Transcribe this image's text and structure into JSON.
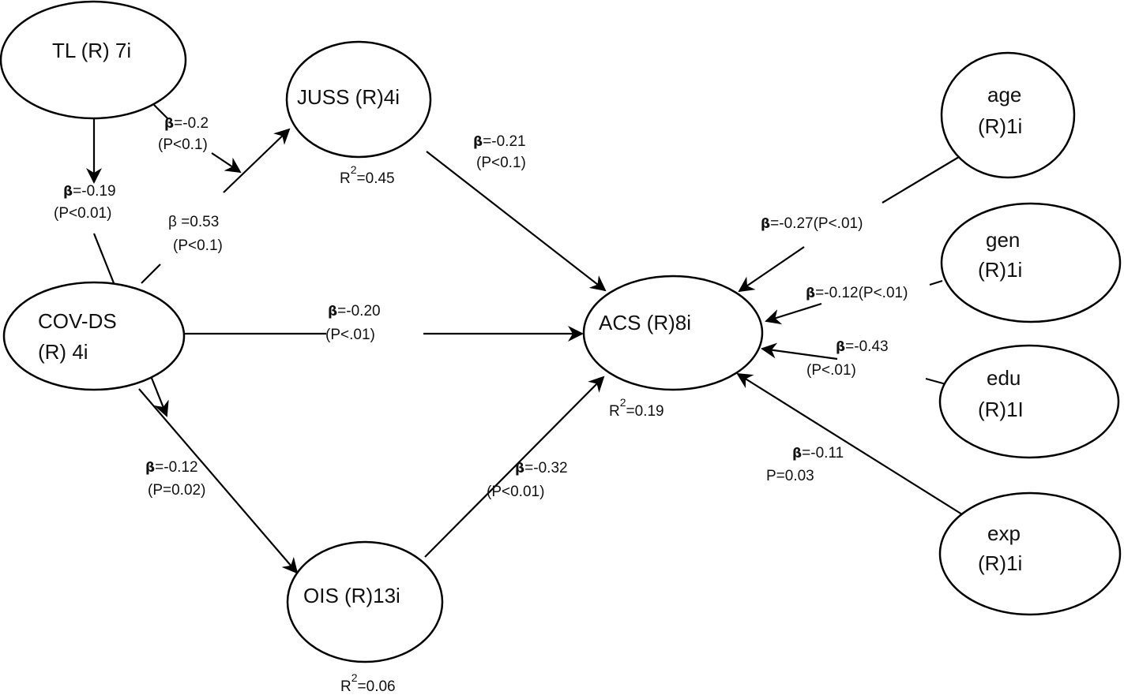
{
  "nodes": {
    "tl": {
      "line1": "TL (R) 7i",
      "line2": ""
    },
    "juss": {
      "line1": "JUSS (R)4i",
      "line2": ""
    },
    "covds": {
      "line1": "COV-DS",
      "line2": "(R) 4i"
    },
    "acs": {
      "line1": "ACS (R)8i",
      "line2": ""
    },
    "ois": {
      "line1": "OIS (R)13i",
      "line2": ""
    },
    "age": {
      "line1": "age",
      "line2": "(R)1i"
    },
    "gen": {
      "line1": "gen",
      "line2": "(R)1i"
    },
    "edu": {
      "line1": "edu",
      "line2": "(R)1I"
    },
    "exp": {
      "line1": "exp",
      "line2": "(R)1i"
    }
  },
  "paths": {
    "tl_juss": {
      "beta_symbol": "β",
      "coef": "=-0.2",
      "p": "(P<0.1)"
    },
    "tl_ois": {
      "beta_symbol": "β",
      "coef": "=-0.19",
      "p": "(P<0.01)"
    },
    "covds_juss": {
      "beta_symbol": "β",
      "coef": " =0.53",
      "p": "(P<0.1)"
    },
    "juss_acs": {
      "beta_symbol": "β",
      "coef": "=-0.21",
      "p": "(P<0.1)"
    },
    "covds_acs": {
      "beta_symbol": "β",
      "coef": "=-0.20",
      "p": "(P<.01)"
    },
    "covds_ois": {
      "beta_symbol": "β",
      "coef": "=-0.12",
      "p": "(P=0.02)"
    },
    "ois_acs": {
      "beta_symbol": "β",
      "coef": "=-0.32",
      "p": "(P<0.01)"
    },
    "age_acs": {
      "beta_symbol": "β",
      "coef": "=-0.27(P<.01)",
      "p": ""
    },
    "gen_acs": {
      "beta_symbol": "β",
      "coef": "=-0.12(P<.01)",
      "p": ""
    },
    "edu_acs": {
      "beta_symbol": "β",
      "coef": "=-0.43",
      "p": "(P<.01)"
    },
    "exp_acs": {
      "beta_symbol": "β",
      "coef": "=-0.11",
      "p": "P=0.03"
    }
  },
  "r_squared": {
    "juss": {
      "prefix": "R",
      "sup": "2",
      "value": "=0.45"
    },
    "acs": {
      "prefix": "R",
      "sup": "2",
      "value": "=0.19"
    },
    "ois": {
      "prefix": "R",
      "sup": "2",
      "value": "=0.06"
    }
  }
}
